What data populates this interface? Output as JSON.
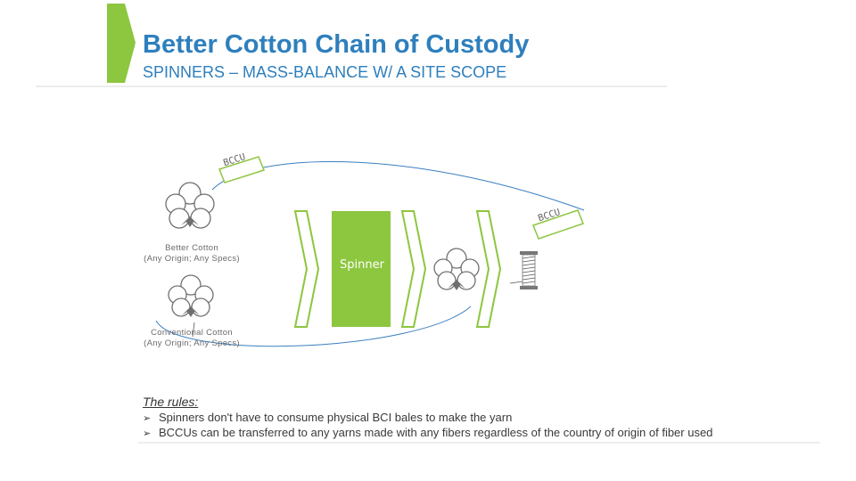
{
  "header": {
    "title": "Better Cotton Chain of Custody",
    "subtitle": "SPINNERS – MASS-BALANCE W/ A SITE SCOPE"
  },
  "diagram": {
    "better_cotton_label_line1": "Better Cotton",
    "better_cotton_label_line2": "(Any Origin; Any Specs)",
    "conventional_cotton_label_line1": "Conventional Cotton",
    "conventional_cotton_label_line2": "(Any Origin; Any Specs)",
    "spinner_label": "Spinner",
    "credit_label_1": "BCCU",
    "credit_label_2": "BCCU",
    "accent_color": "#8dc63f",
    "arc_color": "#3a7fc0"
  },
  "rules": {
    "heading": "The rules:",
    "bullet_symbol": "➢",
    "items": [
      "Spinners don't have to consume physical BCI bales to make the yarn",
      "BCCUs can be transferred to any yarns made with any fibers regardless of the country of origin of fiber used"
    ]
  }
}
